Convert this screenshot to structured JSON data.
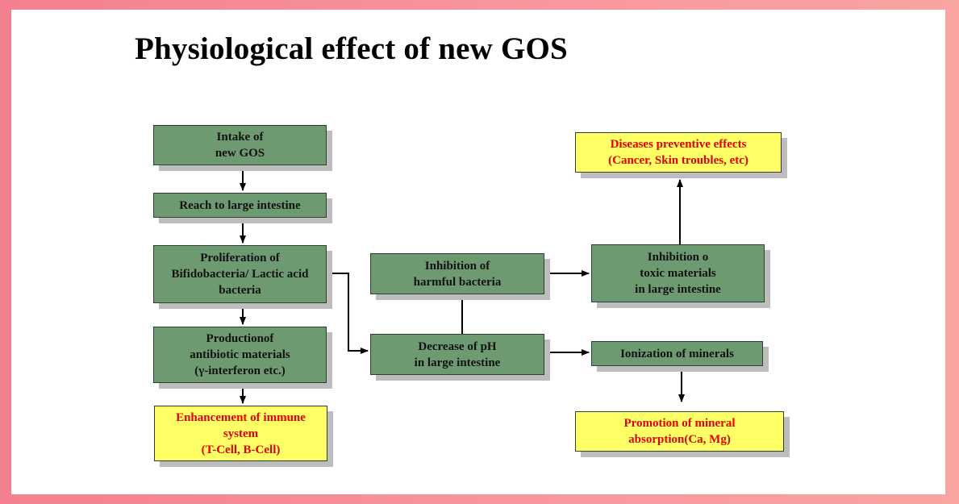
{
  "title": "Physiological effect of new GOS",
  "nodes": {
    "intake": "Intake of\nnew GOS",
    "reach": "Reach to large intestine",
    "proliferation": "Proliferation of\nBifidobacteria/ Lactic acid\nbacteria",
    "production": "Productionof\nantibiotic materials\n(γ-interferon etc.)",
    "immune": "Enhancement of immune\nsystem\n(T-Cell, B-Cell)",
    "inhibition_harmful": "Inhibition of\nharmful bacteria",
    "decrease_ph": "Decrease of pH\nin large intestine",
    "inhibition_toxic": "Inhibition o\ntoxic materials\nin large intestine",
    "disease_prevention": "Diseases preventive effects\n(Cancer, Skin troubles, etc)",
    "ionization": "Ionization of minerals",
    "mineral_absorption": "Promotion of mineral\nabsorption(Ca, Mg)"
  },
  "edges": [
    [
      "intake",
      "reach"
    ],
    [
      "reach",
      "proliferation"
    ],
    [
      "proliferation",
      "production"
    ],
    [
      "production",
      "immune"
    ],
    [
      "proliferation",
      "decrease_ph"
    ],
    [
      "decrease_ph",
      "inhibition_harmful"
    ],
    [
      "inhibition_harmful",
      "inhibition_toxic"
    ],
    [
      "inhibition_toxic",
      "disease_prevention"
    ],
    [
      "decrease_ph",
      "ionization"
    ],
    [
      "ionization",
      "mineral_absorption"
    ]
  ],
  "colors": {
    "process_box": "#6e9a72",
    "outcome_box": "#ffff66",
    "outcome_text": "#e00000",
    "frame": "#f47f8f"
  }
}
